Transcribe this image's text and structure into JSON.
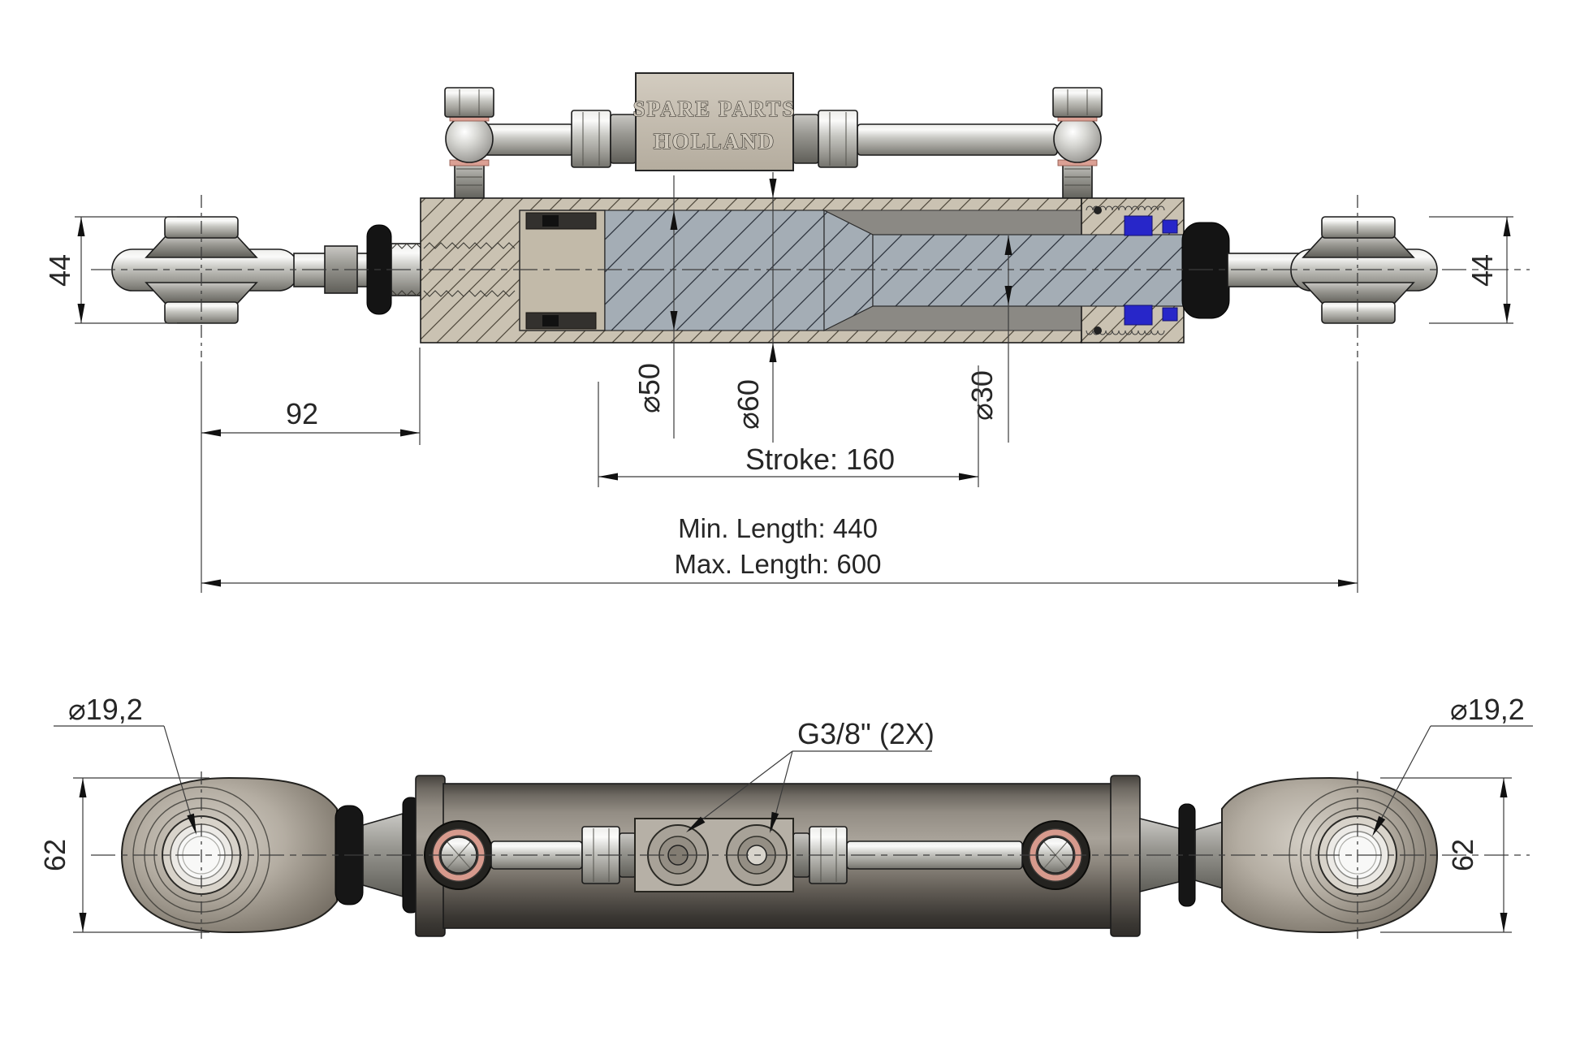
{
  "drawing": {
    "plate": {
      "line1": "SPARE PARTS",
      "line2": "HOLLAND"
    },
    "section": {
      "dim_ball_left": "44",
      "dim_ball_right": "44",
      "dim_adjust": "92",
      "dia_piston": "⌀50",
      "dia_barrel": "⌀60",
      "dia_rod": "⌀30",
      "dim_stroke": "Stroke: 160",
      "dim_min_length": "Min. Length: 440",
      "dim_max_length": "Max. Length: 600"
    },
    "plan": {
      "dia_bore_left": "⌀19,2",
      "dia_bore_right": "⌀19,2",
      "dim_eye_left": "62",
      "dim_eye_right": "62",
      "label_ports": "G3/8\" (2X)"
    },
    "colors": {
      "seal_blue": "#2726c9",
      "washer_copper": "#d79a8d",
      "hatch_tan": "#cac2b2",
      "hatch_steel": "#a4adb5"
    }
  }
}
